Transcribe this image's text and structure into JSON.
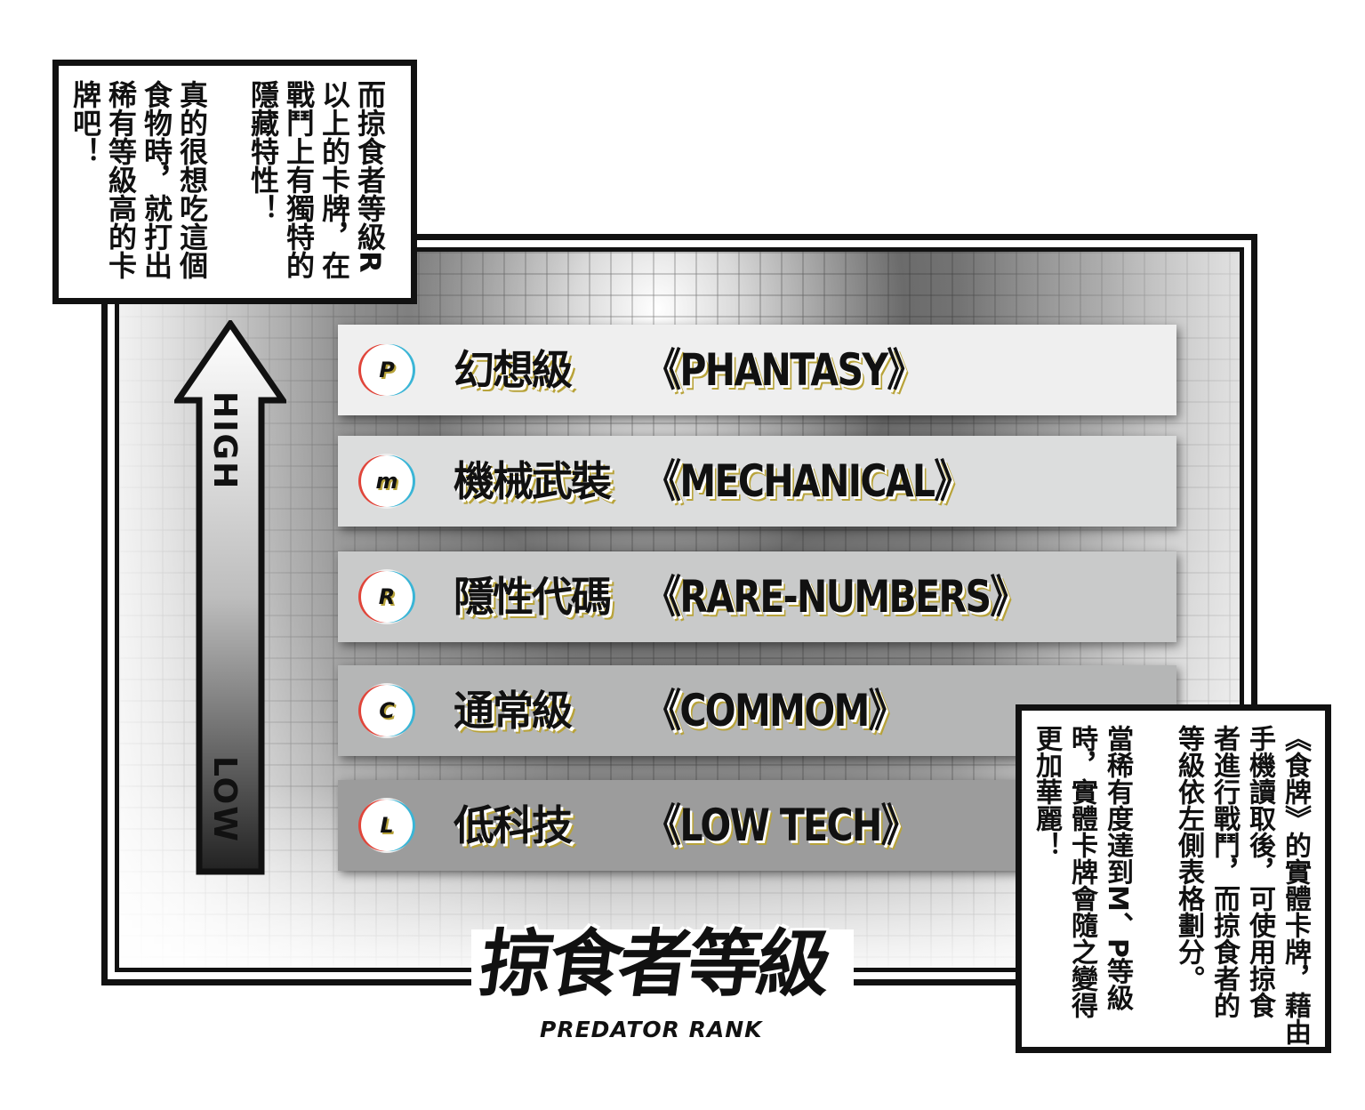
{
  "ranks": [
    {
      "letter": "P",
      "name_cn": "幻想級",
      "name_en": "《PHANTASY》",
      "color": "#efefef"
    },
    {
      "letter": "m",
      "name_cn": "機械武裝",
      "name_en": "《MECHANICAL》",
      "color": "#dcdddd"
    },
    {
      "letter": "R",
      "name_cn": "隱性代碼",
      "name_en": "《RARE-NUMBERS》",
      "color": "#c9caca"
    },
    {
      "letter": "C",
      "name_cn": "通常級",
      "name_en": "《COMMOM》",
      "color": "#b5b6b6"
    },
    {
      "letter": "L",
      "name_cn": "低科技",
      "name_en": "《LOW TECH》",
      "color": "#9c9c9c"
    }
  ],
  "arrow": {
    "high": "HIGH",
    "low": "LOW"
  },
  "title": {
    "cn": "掠食者等級",
    "en": "PREDATOR RANK"
  },
  "note_top": [
    "而掠食者等級R",
    "以上的卡牌，在",
    "戰鬥上有獨特的",
    "隱藏特性！",
    "真的很想吃這個",
    "食物時，就打出",
    "稀有等級高的卡",
    "牌吧！"
  ],
  "note_bottom": [
    "《食牌》的實體卡牌，藉由",
    "手機讀取後，可使用掠食",
    "者進行戰鬥，而掠食者的",
    "等級依左側表格劃分。",
    "當稀有度達到M、P等級",
    "時，實體卡牌會隨之變得",
    "更加華麗！"
  ],
  "accent_gold": "#b8a33a"
}
